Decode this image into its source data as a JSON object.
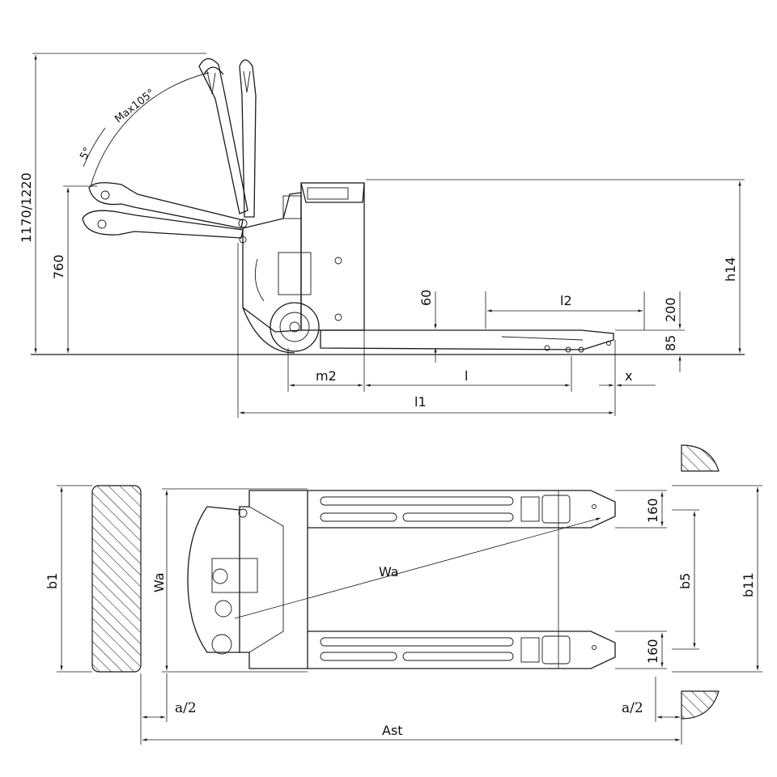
{
  "side_view": {
    "height_overall": "1170/1220",
    "height_handle_low": "760",
    "angle_max": "Max105°",
    "angle_min": "5°",
    "fork_thickness": "60",
    "h14": "h14",
    "fork_lift": "200",
    "fork_height": "85",
    "m2": "m2",
    "l": "l",
    "l2": "l2",
    "x": "x",
    "l1": "l1"
  },
  "top_view": {
    "b1": "b1",
    "wa_vertical": "Wa",
    "wa_radius": "Wa",
    "fork_width_top": "160",
    "fork_width_bottom": "160",
    "b5": "b5",
    "b11": "b11",
    "a_half_left": "a/2",
    "a_half_right": "a/2",
    "ast": "Ast"
  }
}
